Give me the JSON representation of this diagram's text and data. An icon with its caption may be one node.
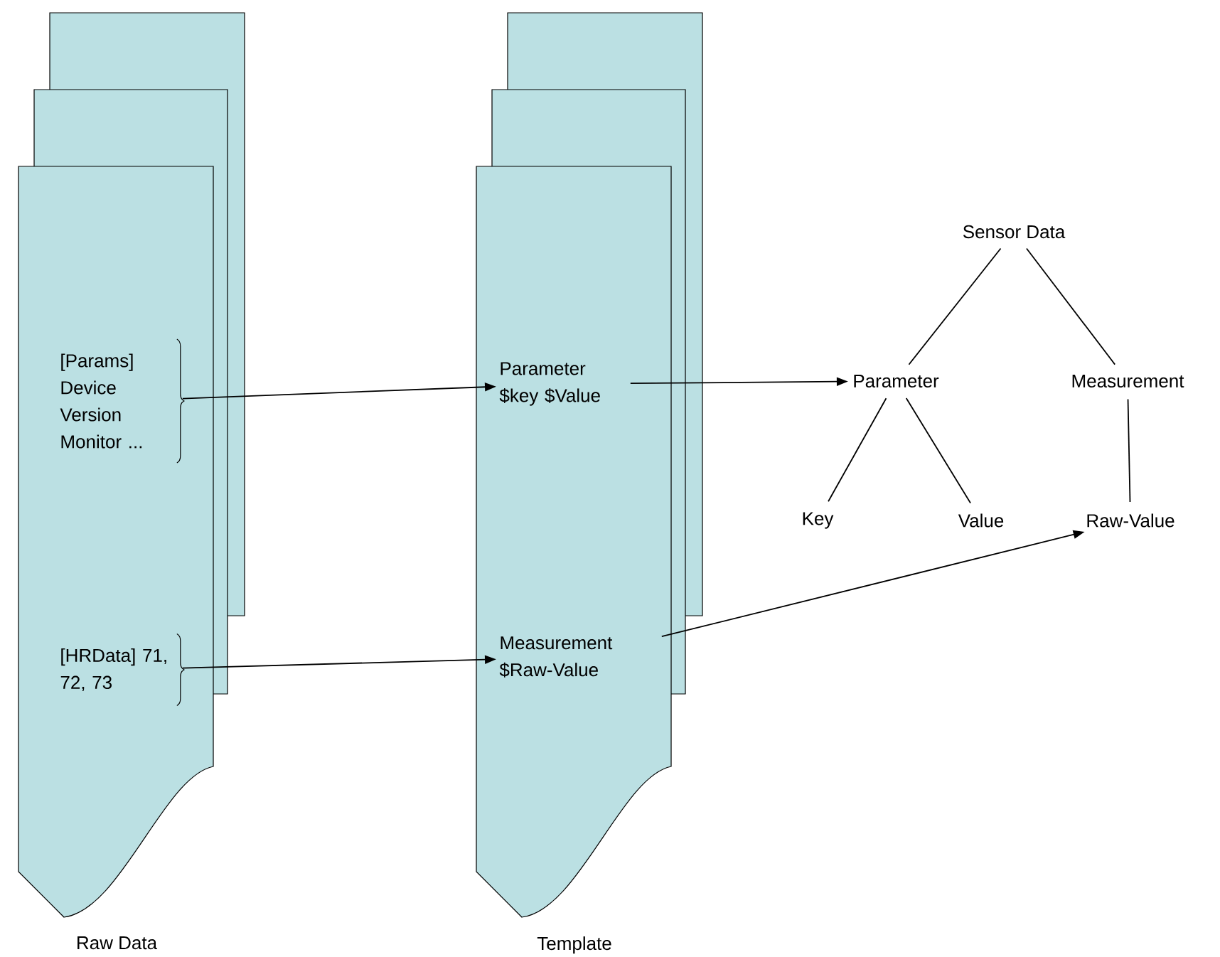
{
  "diagram": {
    "nodes": [
      {
        "text": [],
        "shape": "document",
        "beside": [
          "Raw Data"
        ]
      },
      {
        "text": [
          "[Params] Device Version Monitor ..."
        ],
        "in": 0
      },
      {
        "text": [
          "[HRData] 71, 72, 73"
        ],
        "in": 0
      },
      {
        "text": [],
        "shape": "document",
        "beside": [
          "Template"
        ]
      },
      {
        "text": [
          "Parameter $key $Value"
        ],
        "in": 3
      },
      {
        "text": [
          "Measurement $Raw-Value"
        ],
        "in": 3
      },
      {
        "text": [
          "Sensor Data"
        ]
      },
      {
        "text": [
          "Parameter"
        ]
      },
      {
        "text": [
          "Measurement"
        ]
      },
      {
        "text": [
          "Key"
        ]
      },
      {
        "text": [
          "Value"
        ]
      },
      {
        "text": [
          "Raw-Value"
        ]
      }
    ],
    "edges": [
      {
        "from": 1,
        "to": 4,
        "arrow": "to"
      },
      {
        "from": 2,
        "to": 5,
        "arrow": "to"
      },
      {
        "from": 4,
        "to": 7,
        "arrow": "to"
      },
      {
        "from": 5,
        "to": 11,
        "arrow": "to"
      },
      {
        "from": 6,
        "to": 7,
        "arrow": "none"
      },
      {
        "from": 6,
        "to": 8,
        "arrow": "none"
      },
      {
        "from": 7,
        "to": 9,
        "arrow": "none"
      },
      {
        "from": 7,
        "to": 10,
        "arrow": "none"
      },
      {
        "from": 8,
        "to": 11,
        "arrow": "none"
      }
    ]
  }
}
